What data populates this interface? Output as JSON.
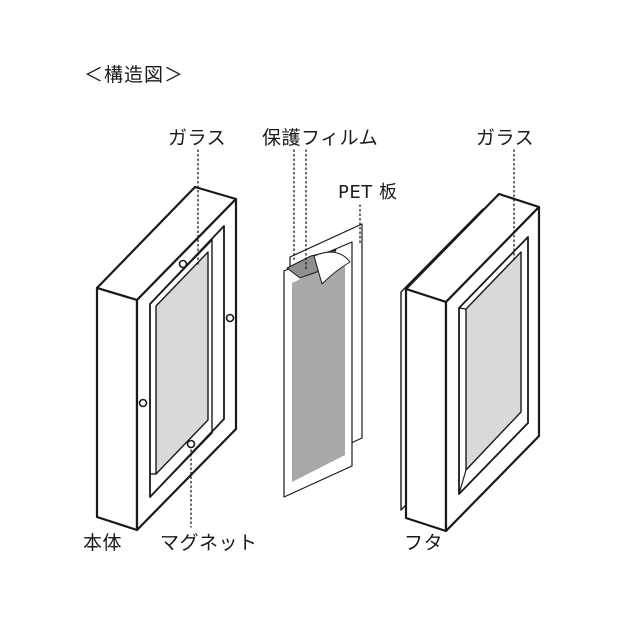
{
  "diagram": {
    "title": "＜構造図＞",
    "labels": {
      "glass_left": "ガラス",
      "protective_film": "保護フィルム",
      "pet_board": "PET 板",
      "glass_right": "ガラス",
      "body": "本体",
      "magnet": "マグネット",
      "lid": "フタ"
    }
  },
  "colors": {
    "line": "#1a1a1a",
    "glass_fill": "#d9d9d9",
    "film_fill": "#a8a8a8",
    "white": "#ffffff"
  }
}
